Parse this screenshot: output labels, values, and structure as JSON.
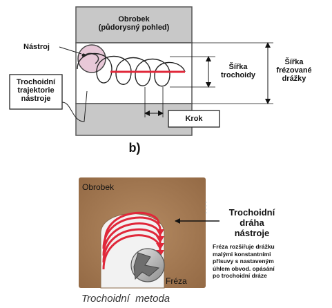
{
  "top_diagram": {
    "workpiece_title_line1": "Obrobek",
    "workpiece_title_line2": "(půdorysný pohled)",
    "tool_label": "Nástroj",
    "trajectory_label_line1": "Trochoidní",
    "trajectory_label_line2": "trajektorie",
    "trajectory_label_line3": "nástroje",
    "trochoid_width_line1": "Šířka",
    "trochoid_width_line2": "trochoidy",
    "slot_width_line1": "Šířka",
    "slot_width_line2": "frézované",
    "slot_width_line3": "drážky",
    "step_label": "Krok",
    "panel_letter": "b)"
  },
  "bottom_diagram": {
    "workpiece_label": "Obrobek",
    "path_title_line1": "Trochoidní",
    "path_title_line2": "dráha",
    "path_title_line3": "nástroje",
    "description_line1": "Fréza rozšiřuje drážku",
    "description_line2": "malými    konstantními",
    "description_line3": "přísuvy s nastaveným",
    "description_line4": "úhlem obvod. opásání",
    "description_line5": "po trochoidní dráze",
    "cutter_label": "Fréza",
    "caption": "Trochoidní  metoda"
  },
  "colors": {
    "workpiece_gray": "#c8c8c8",
    "workpiece_brown": "#a57c55",
    "path_red": "#e0283a",
    "tool_pink": "#e8c8d8"
  }
}
